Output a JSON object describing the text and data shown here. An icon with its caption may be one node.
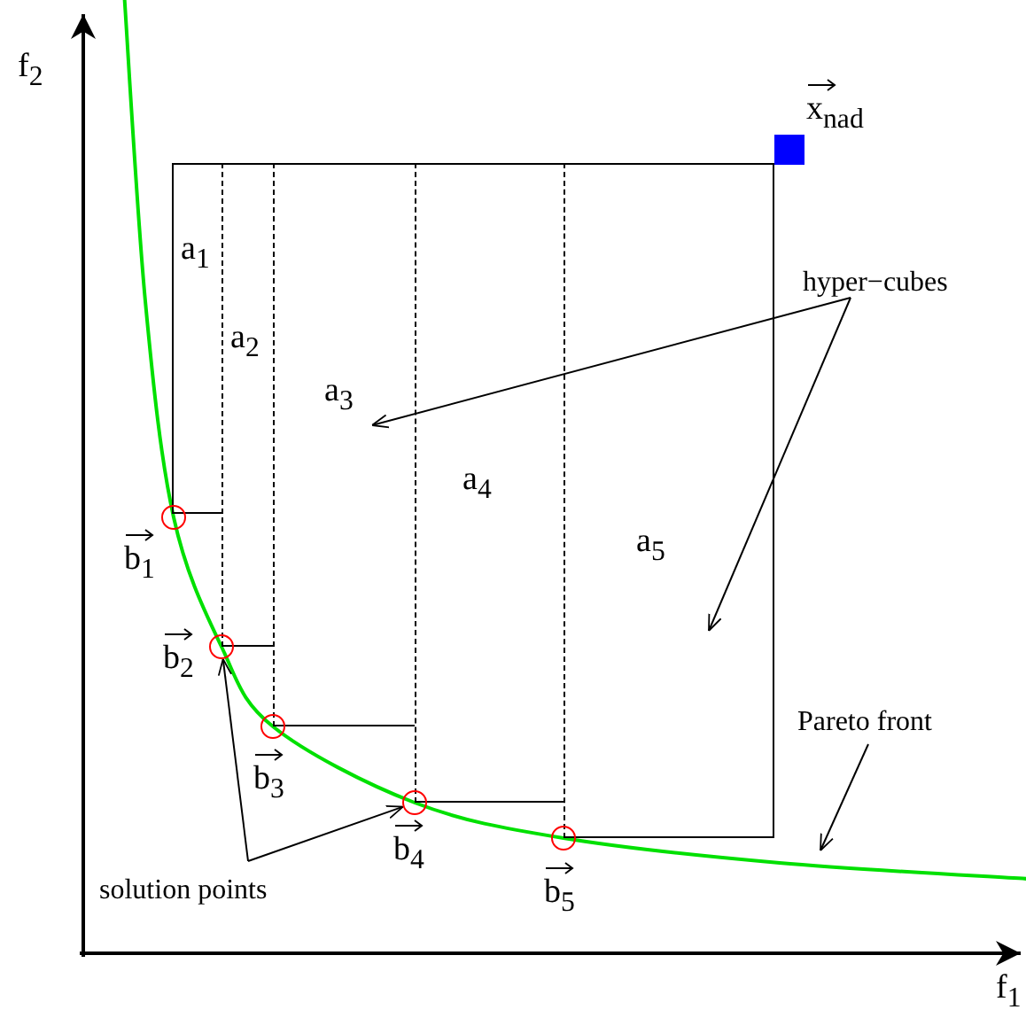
{
  "diagram": {
    "nodes": [
      {
        "text": [
          "a$_{1}$"
        ]
      },
      {
        "text": [
          "a$_{2}$"
        ]
      },
      {
        "text": [
          "a$_{3}$"
        ]
      },
      {
        "text": [
          "a$_{4}$"
        ]
      },
      {
        "text": [
          "a$_{5}$"
        ]
      },
      {
        "text": [],
        "shape": "circle",
        "beside": [
          "b$_{1}$"
        ]
      },
      {
        "text": [],
        "shape": "circle",
        "beside": [
          "b$_{2}$"
        ]
      },
      {
        "text": [],
        "shape": "circle",
        "beside": [
          "b$_{3}$"
        ]
      },
      {
        "text": [],
        "shape": "circle",
        "beside": [
          "b$_{4}$"
        ]
      },
      {
        "text": [],
        "shape": "circle",
        "beside": [
          "b$_{5}$"
        ]
      },
      {
        "text": [],
        "shape": "box",
        "beside": [
          "x$_{nad}$"
        ]
      },
      {
        "text": [
          "hyper−cubes"
        ]
      },
      {
        "text": [
          "solution points"
        ]
      },
      {
        "text": [
          "Pareto front"
        ]
      }
    ],
    "edges": [
      {
        "from": 11,
        "to": 2,
        "arrow": "to"
      },
      {
        "from": 11,
        "to": 4,
        "arrow": "to"
      },
      {
        "from": 12,
        "to": 6,
        "arrow": "to"
      },
      {
        "from": 12,
        "to": 8,
        "arrow": "to"
      },
      {
        "from": 13,
        "to": null,
        "arrow": "to"
      }
    ],
    "labels": [
      "f$_{2}$",
      "f$_{1}$"
    ]
  }
}
